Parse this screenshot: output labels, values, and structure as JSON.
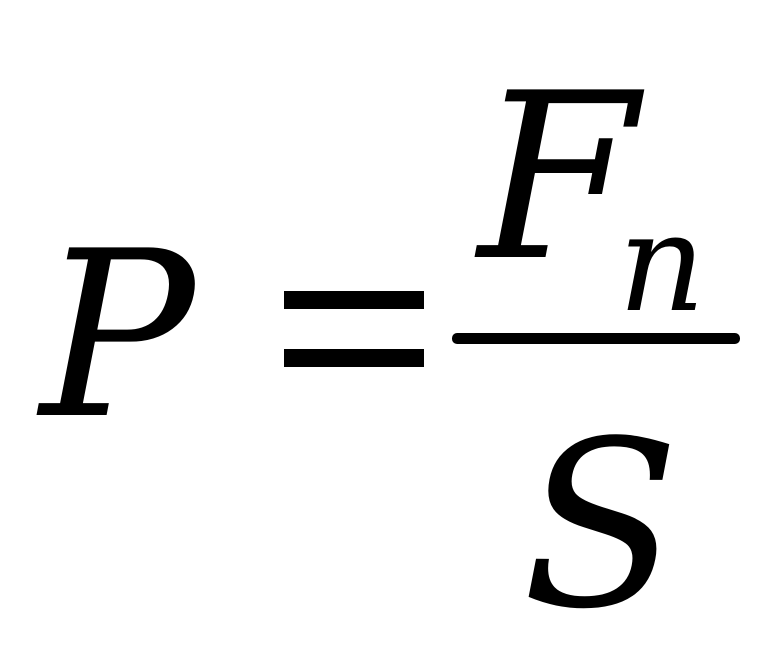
{
  "formula": {
    "lhs": "P",
    "operator": "=",
    "numerator": {
      "symbol": "F",
      "subscript": "n"
    },
    "denominator": "S"
  }
}
